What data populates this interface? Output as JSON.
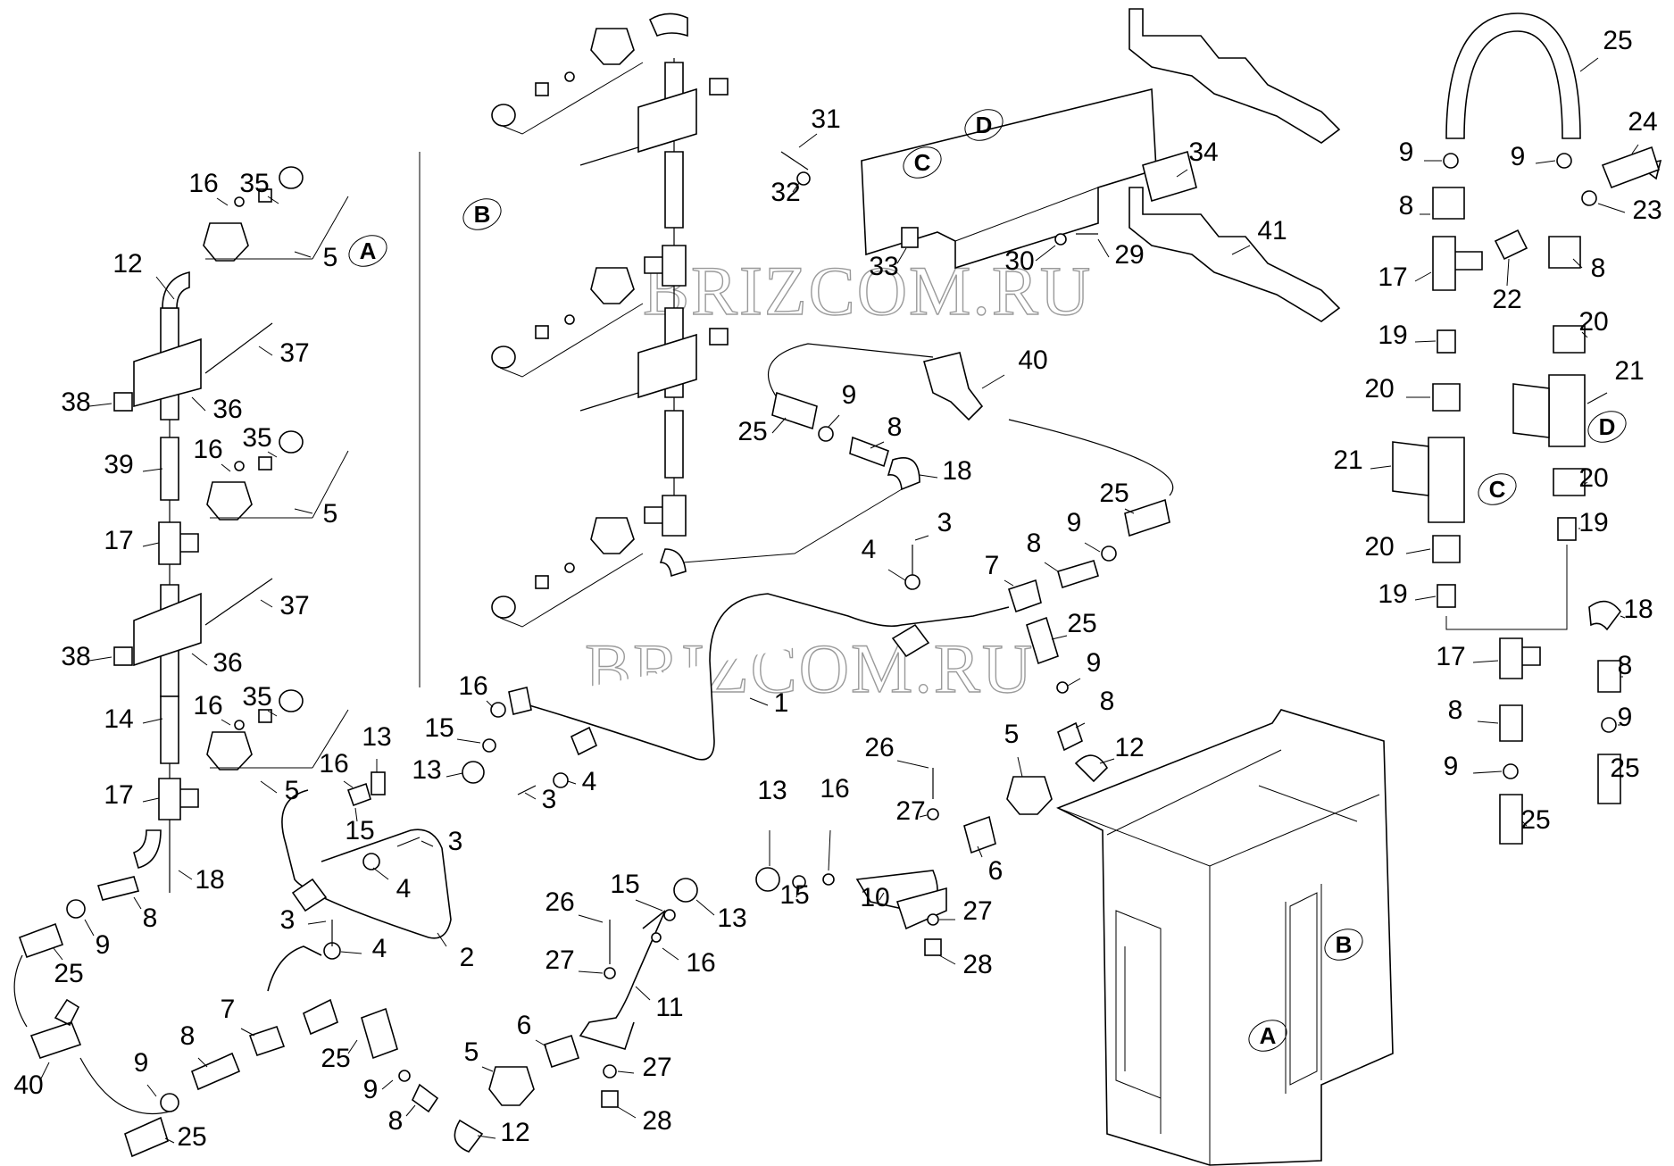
{
  "watermarks": [
    {
      "id": "wm1",
      "text": "BRIZCOM.RU"
    },
    {
      "id": "wm2",
      "text": "BRIZCOM.RU"
    }
  ],
  "view_labels": [
    "A",
    "B",
    "C",
    "D"
  ],
  "callouts": [
    {
      "n": "12"
    },
    {
      "n": "35"
    },
    {
      "n": "16"
    },
    {
      "n": "5"
    },
    {
      "n": "38"
    },
    {
      "n": "36"
    },
    {
      "n": "37"
    },
    {
      "n": "39"
    },
    {
      "n": "17"
    },
    {
      "n": "14"
    },
    {
      "n": "18"
    },
    {
      "n": "8"
    },
    {
      "n": "9"
    },
    {
      "n": "25"
    },
    {
      "n": "40"
    },
    {
      "n": "7"
    },
    {
      "n": "13"
    },
    {
      "n": "15"
    },
    {
      "n": "3"
    },
    {
      "n": "4"
    },
    {
      "n": "2"
    },
    {
      "n": "1"
    },
    {
      "n": "6"
    },
    {
      "n": "26"
    },
    {
      "n": "27"
    },
    {
      "n": "11"
    },
    {
      "n": "28"
    },
    {
      "n": "10"
    },
    {
      "n": "31"
    },
    {
      "n": "32"
    },
    {
      "n": "33"
    },
    {
      "n": "30"
    },
    {
      "n": "29"
    },
    {
      "n": "34"
    },
    {
      "n": "41"
    },
    {
      "n": "24"
    },
    {
      "n": "23"
    },
    {
      "n": "22"
    },
    {
      "n": "20"
    },
    {
      "n": "21"
    },
    {
      "n": "19"
    }
  ]
}
